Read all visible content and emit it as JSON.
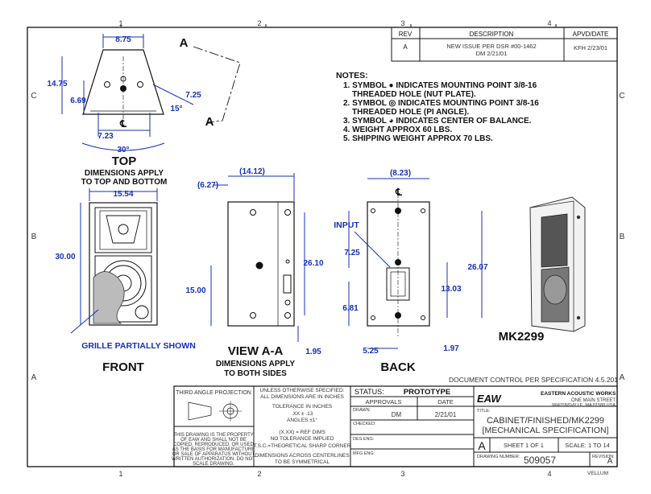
{
  "grid": {
    "cols": [
      "4",
      "3",
      "2",
      "1"
    ],
    "rows": [
      "C",
      "B",
      "A"
    ]
  },
  "revision_block": {
    "headers": {
      "rev": "REV",
      "description": "DESCRIPTION",
      "approved": "APVD/DATE"
    },
    "row": {
      "rev": "A",
      "desc_line1": "NEW ISSUE PER DSR #00-1462",
      "desc_line2": "DM 2/21/01",
      "approved": "KFH 2/23/01"
    }
  },
  "notes": {
    "title": "NOTES:",
    "items": [
      "1. SYMBOL ● INDICATES MOUNTING POINT 3/8-16",
      "THREADED HOLE (NUT PLATE).",
      "2. SYMBOL ◎ INDICATES MOUNTING POINT 3/8-16",
      "THREADED HOLE (PI ANGLE).",
      "3. SYMBOL ◕ INDICATES CENTER OF BALANCE.",
      "4. WEIGHT APPROX 60 LBS.",
      "5. SHIPPING WEIGHT APPROX 70 LBS."
    ]
  },
  "top_view": {
    "title": "TOP",
    "subtitle1": "DIMENSIONS APPLY",
    "subtitle2": "TO TOP AND BOTTOM",
    "dims": {
      "top_width": "8.75",
      "depth": "14.75",
      "side": "6.69",
      "right": "7.25",
      "angle_small": "15°",
      "bottom_width": "7.23",
      "angle": "30°"
    },
    "section_label": "A",
    "cl": "℄"
  },
  "front_view": {
    "title": "FRONT",
    "dims": {
      "width": "15.54",
      "height": "30.00"
    },
    "grille_label": "GRILLE PARTIALLY SHOWN"
  },
  "section_view": {
    "title": "VIEW A-A",
    "subtitle1": "DIMENSIONS APPLY",
    "subtitle2": "TO BOTH SIDES",
    "dims": {
      "top": "(14.12)",
      "left": "(6.27)",
      "height": "26.10",
      "lower": "15.00",
      "bottom": "1.95"
    }
  },
  "back_view": {
    "title": "BACK",
    "input_label": "INPUT",
    "dims": {
      "top": "(8.23)",
      "upper": "7.25",
      "height": "26.07",
      "mid": "13.03",
      "lower": "6.81",
      "bottom_left": "5.25",
      "bottom_right": "1.97"
    },
    "cl": "℄"
  },
  "model": {
    "name": "MK2299"
  },
  "doc_control": "DOCUMENT CONTROL PER SPECIFICATION 4.5.201",
  "title_block": {
    "projection": "THIRD ANGLE PROJECTION",
    "property_notice": [
      "THIS DRAWING IS THE PROPERTY",
      "OF EAW AND SHALL NOT BE",
      "COPIED, REPRODUCED, OR USED",
      "AS THE BASIS FOR MANUFACTURE",
      "OR SALE OF APPARATUS WITHOUT",
      "WRITTEN AUTHORIZATION. DO NOT",
      "SCALE DRAWING."
    ],
    "tolerances": [
      "UNLESS OTHERWISE SPECIFIED:",
      "ALL DIMENSIONS ARE IN INCHES",
      "TOLERANCE IN INCHES",
      ".XX ± .13",
      "ANGLES ±1°",
      "(X.XX) = REF DIMS",
      "NO TOLERANCE IMPLIED",
      "T.S.C.=THEORETICAL SHARP CORNER",
      "DIMENSIONS ACROSS CENTERLINES",
      "TO BE SYMMETRICAL"
    ],
    "status_label": "STATUS:",
    "status_value": "PROTOTYPE",
    "approvals": "APPROVALS",
    "date_header": "DATE",
    "drawn_label": "DRAWN:",
    "drawn_by": "DM",
    "drawn_date": "2/21/01",
    "checked_label": "CHECKED:",
    "des_eng_label": "DES ENG:",
    "mfg_eng_label": "MFG ENG:",
    "company": {
      "logo": "EAW",
      "name": "EASTERN ACOUSTIC WORKS",
      "address1": "ONE MAIN STREET",
      "address2": "WHITINSVILLE, MA  01588  USA"
    },
    "title_label": "TITLE:",
    "title_line1": "CABINET/FINISHED/MK2299",
    "title_line2": "[MECHANICAL SPECIFICATION]",
    "size": "A",
    "sheet": "SHEET 1 OF 1",
    "scale": "SCALE: 1 TO 14",
    "drawing_number_label": "DRAWING NUMBER:",
    "drawing_number": "509057",
    "revision_label": "REVISION:",
    "revision": "A",
    "paper": "VELLUM"
  }
}
